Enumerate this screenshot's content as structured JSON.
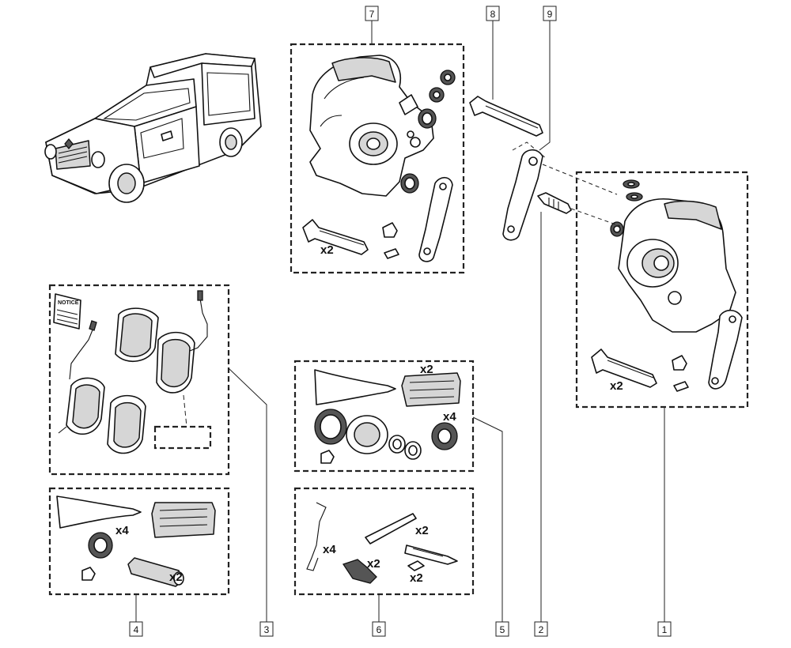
{
  "callouts": {
    "c1": "1",
    "c2": "2",
    "c3": "3",
    "c4": "4",
    "c5": "5",
    "c6": "6",
    "c7": "7",
    "c8": "8",
    "c9": "9"
  },
  "quantities": {
    "kit7_bolts": "x2",
    "kit1_bolts": "x2",
    "kit5_grease": "x2",
    "kit5_boots": "x4",
    "kit4_boots": "x4",
    "kit4_sleeves": "x2",
    "kit6_springs": "x4",
    "kit6_clips": "x2",
    "kit6_plates": "x2",
    "kit6_pins": "x2"
  },
  "notice_label": "NOTICE"
}
